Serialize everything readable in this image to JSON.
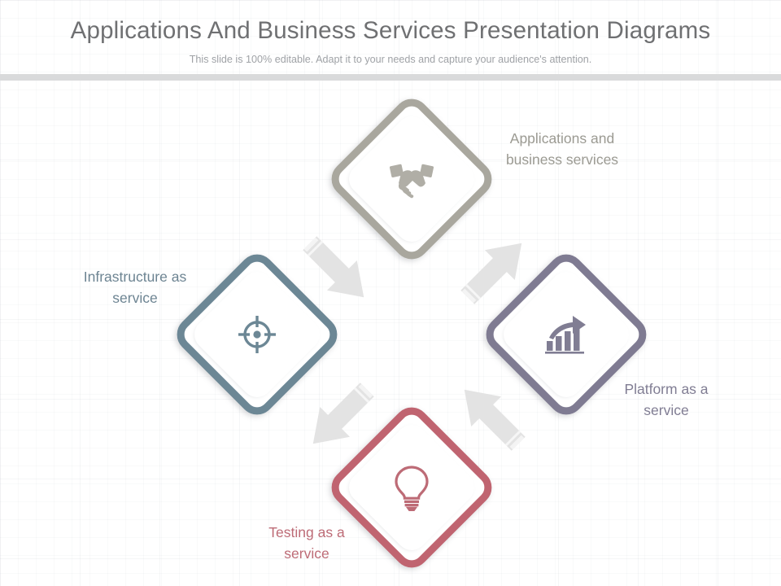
{
  "header": {
    "title": "Applications And Business Services Presentation Diagrams",
    "subtitle": "This slide is 100% editable. Adapt it to your needs and capture your audience's attention.",
    "rule_color": "#d9dadb",
    "title_color": "#6f7072",
    "subtitle_color": "#9fa2a6"
  },
  "diagram": {
    "type": "cycle",
    "flow": "counterclockwise",
    "arrow_color": "#e2e2e2",
    "nodes": [
      {
        "id": "applications-and-business-services",
        "position": "top",
        "label": "Applications and\nbusiness services",
        "icon": "handshake-icon",
        "color": "#a9a79e",
        "label_color": "#9b9a92"
      },
      {
        "id": "infrastructure-as-service",
        "position": "left",
        "label": "Infrastructure as\nservice",
        "icon": "target-crosshair-icon",
        "color": "#6c8795",
        "label_color": "#6d8492"
      },
      {
        "id": "platform-as-a-service",
        "position": "right",
        "label": "Platform as a\nservice",
        "icon": "bar-chart-growth-icon",
        "color": "#7f7b92",
        "label_color": "#807d93"
      },
      {
        "id": "testing-as-a-service",
        "position": "bottom",
        "label": "Testing as a\nservice",
        "icon": "lightbulb-icon",
        "color": "#c06470",
        "label_color": "#bd6b76"
      }
    ],
    "arrows": [
      {
        "id": "arrow-top-to-left",
        "from": "applications-and-business-services",
        "to": "infrastructure-as-service",
        "direction": "down-left"
      },
      {
        "id": "arrow-left-to-bottom",
        "from": "infrastructure-as-service",
        "to": "testing-as-a-service",
        "direction": "down-right"
      },
      {
        "id": "arrow-bottom-to-right",
        "from": "testing-as-a-service",
        "to": "platform-as-a-service",
        "direction": "up-right"
      },
      {
        "id": "arrow-right-to-top",
        "from": "platform-as-a-service",
        "to": "applications-and-business-services",
        "direction": "up-left"
      }
    ]
  }
}
